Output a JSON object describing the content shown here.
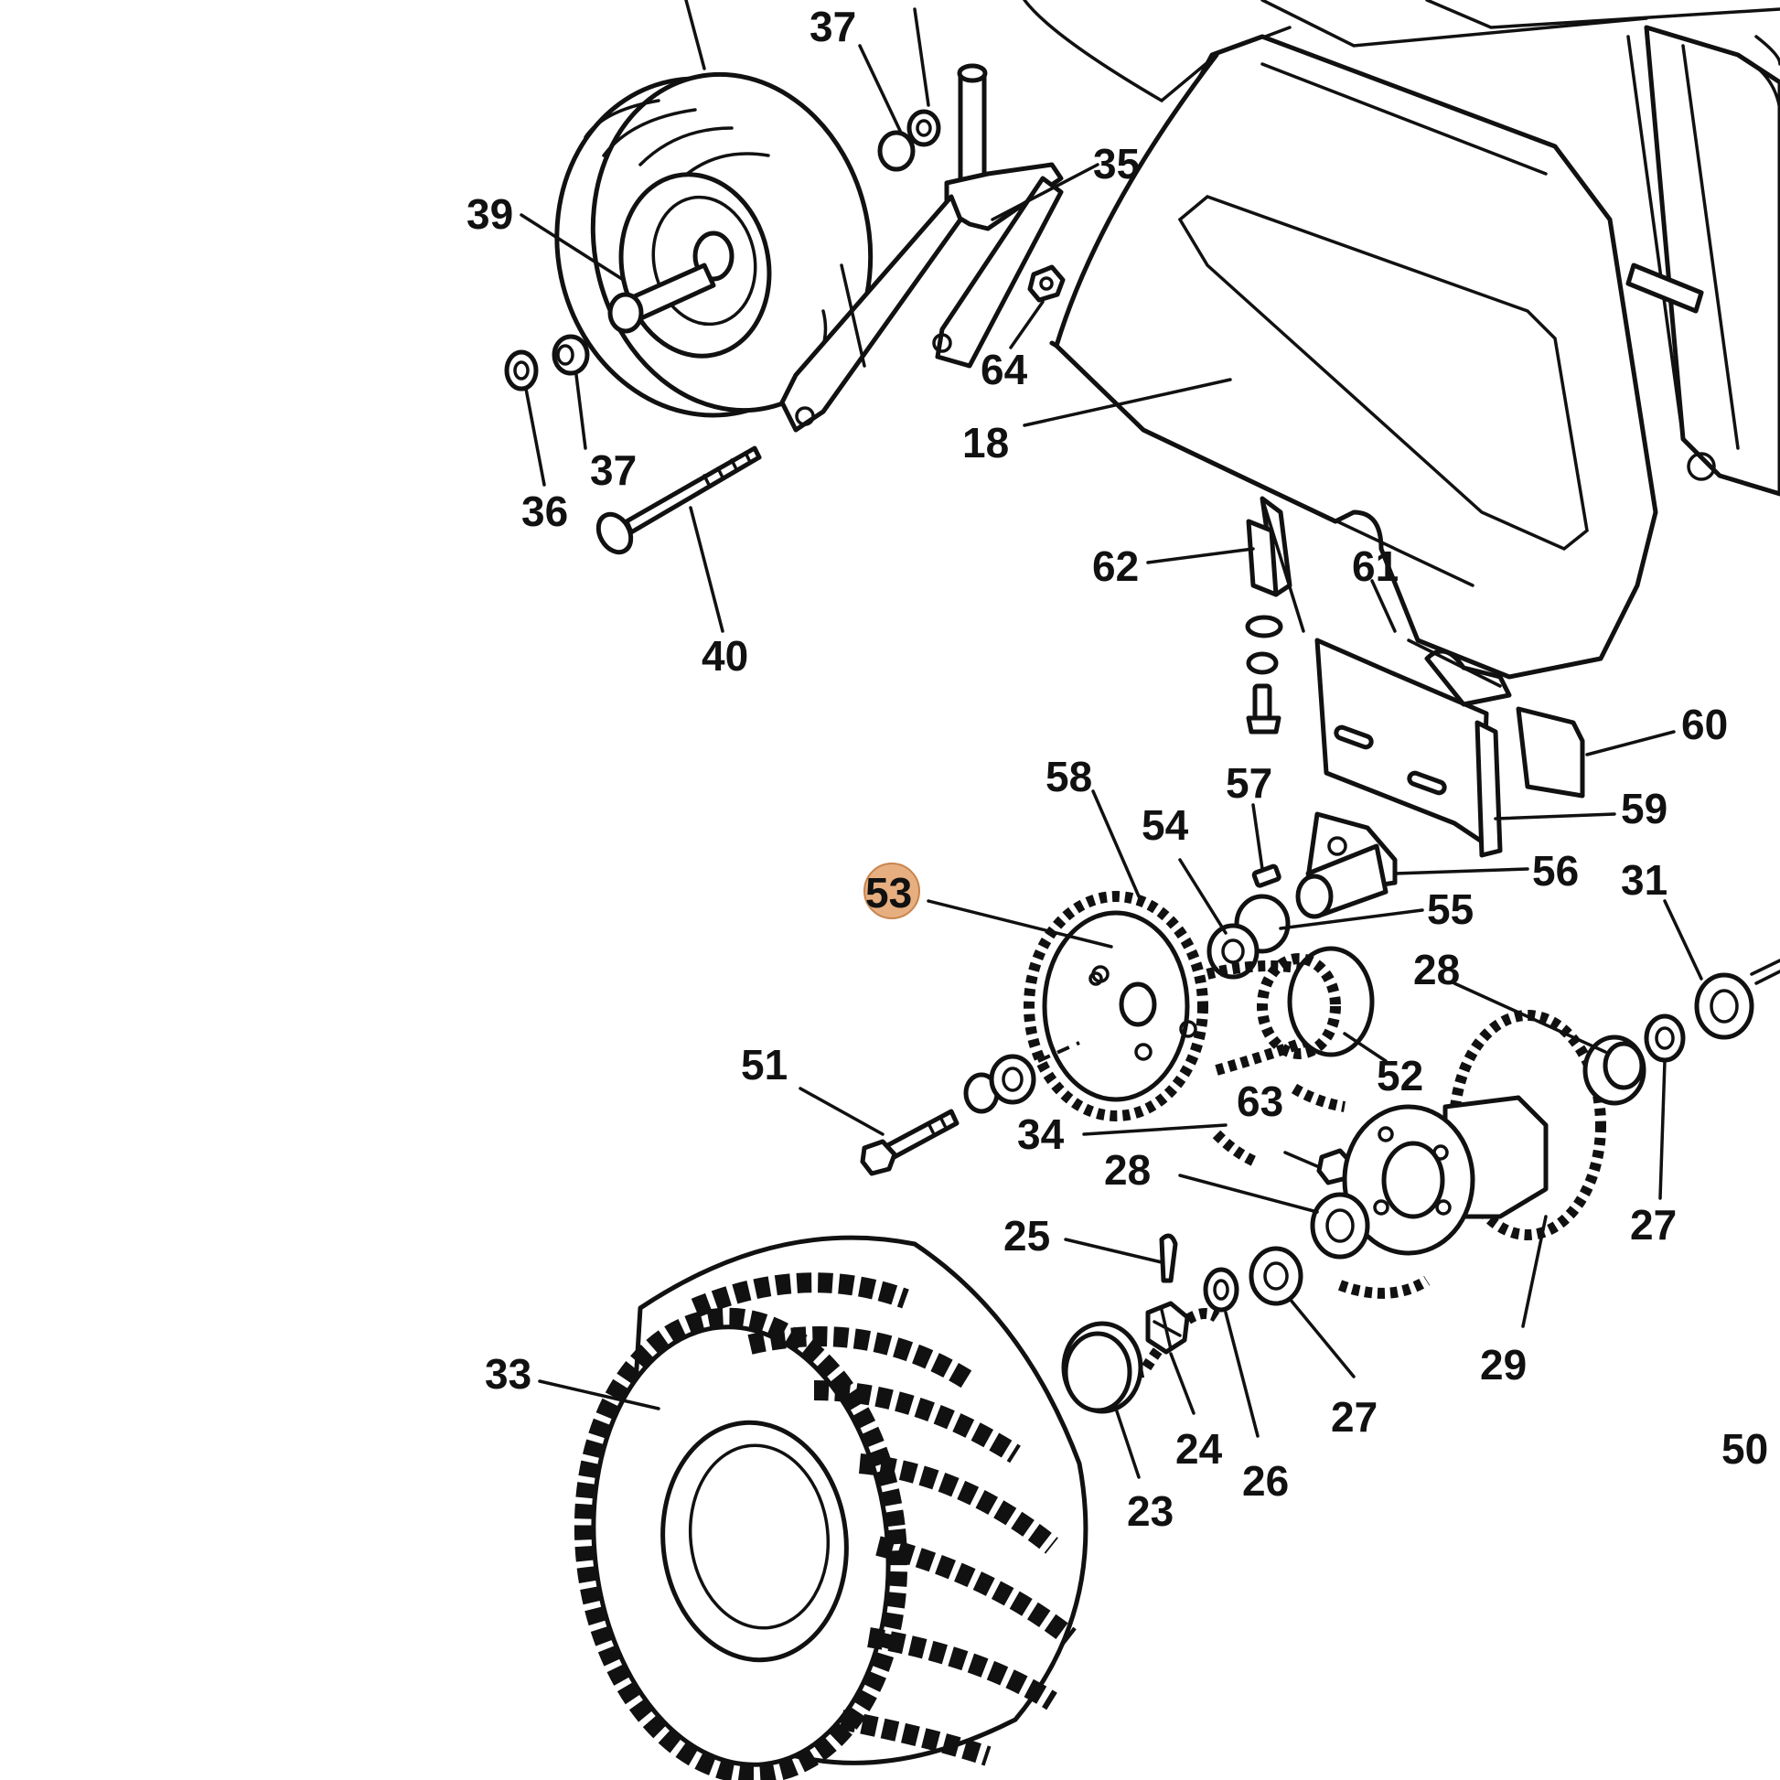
{
  "callouts": [
    {
      "id": "c37a",
      "text": "37"
    },
    {
      "id": "c35",
      "text": "35"
    },
    {
      "id": "c39",
      "text": "39"
    },
    {
      "id": "c64",
      "text": "64"
    },
    {
      "id": "c37b",
      "text": "37"
    },
    {
      "id": "c18",
      "text": "18"
    },
    {
      "id": "c36",
      "text": "36"
    },
    {
      "id": "c40",
      "text": "40"
    },
    {
      "id": "c62",
      "text": "62"
    },
    {
      "id": "c61",
      "text": "61"
    },
    {
      "id": "c60",
      "text": "60"
    },
    {
      "id": "c58",
      "text": "58"
    },
    {
      "id": "c57",
      "text": "57"
    },
    {
      "id": "c54",
      "text": "54"
    },
    {
      "id": "c59",
      "text": "59"
    },
    {
      "id": "c53",
      "text": "53"
    },
    {
      "id": "c56",
      "text": "56"
    },
    {
      "id": "c55",
      "text": "55"
    },
    {
      "id": "c31",
      "text": "31"
    },
    {
      "id": "c28a",
      "text": "28"
    },
    {
      "id": "c51",
      "text": "51"
    },
    {
      "id": "c52",
      "text": "52"
    },
    {
      "id": "c63",
      "text": "63"
    },
    {
      "id": "c34",
      "text": "34"
    },
    {
      "id": "c28b",
      "text": "28"
    },
    {
      "id": "c27a",
      "text": "27"
    },
    {
      "id": "c25",
      "text": "25"
    },
    {
      "id": "c29",
      "text": "29"
    },
    {
      "id": "c33",
      "text": "33"
    },
    {
      "id": "c24",
      "text": "24"
    },
    {
      "id": "c26",
      "text": "26"
    },
    {
      "id": "c27b",
      "text": "27"
    },
    {
      "id": "c23",
      "text": "23"
    },
    {
      "id": "c50",
      "text": "50"
    }
  ],
  "highlight": {
    "callout": "53",
    "color": "#e3a16a"
  }
}
